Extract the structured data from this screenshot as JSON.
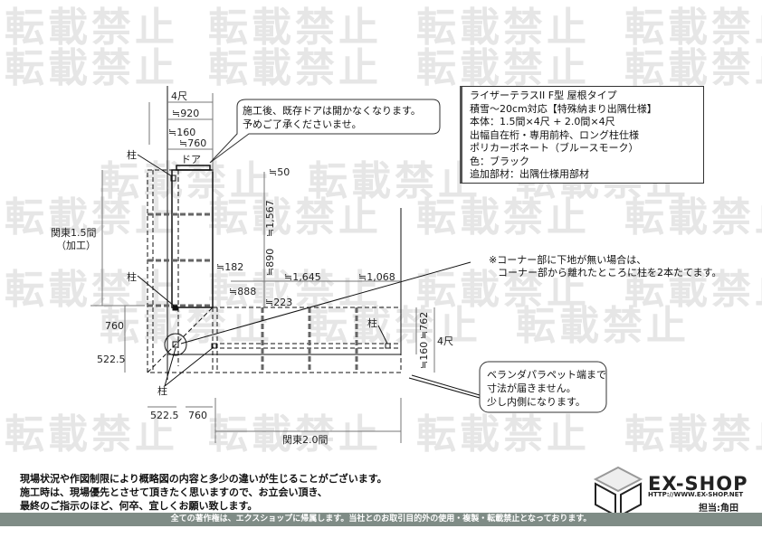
{
  "watermark": "転載禁止",
  "info_box": {
    "lines": [
      "ライザーテラスII F型 屋根タイプ",
      "積雪～20cm対応【特殊納まり出隅仕様】",
      "本体：1.5間×4尺 + 2.0間×4尺",
      "出幅自在桁・専用前枠、ロング柱仕様",
      "ポリカーボネート（ブルースモーク）",
      "色：ブラック",
      "追加部材：出隅仕様用部材"
    ]
  },
  "callouts": {
    "door_note": [
      "施工後、既存ドアは開かなくなります。",
      "予めご了承くださいませ。"
    ],
    "corner_note": [
      "※コーナー部に下地が無い場合は、",
      "コーナー部から離れたところに柱を2本たてます。"
    ],
    "parapet_note": [
      "ベランダパラペット端まで",
      "寸法が届きません。",
      "少し内側になります。"
    ]
  },
  "labels": {
    "door": "ドア",
    "post": "柱",
    "left_span": "関東1.5間",
    "left_span_sub": "（加工）",
    "bottom_span": "関東2.0間",
    "depth_4shaku_top": "4尺",
    "depth_4shaku_right": "4尺"
  },
  "dimensions": {
    "d920": "≒920",
    "d160_top": "≒160",
    "d760_top": "≒760",
    "d50": "≒50",
    "d1567": "≒1,567",
    "d890": "≒890",
    "d182": "≒182",
    "d888": "≒888",
    "d1645": "≒1,645",
    "d1068": "≒1,068",
    "d223": "≒223",
    "d762": "≒762",
    "d160_right": "≒160",
    "d760_left": "760",
    "d522_left": "522.5",
    "d522_bottom": "522.5",
    "d760_bottom": "760"
  },
  "disclaimer": [
    "現場状況や作図制限により概略図の内容と多少の違いが生じることがございます。",
    "施工時は、現場優先とさせて頂きたく思いますので、お立会い頂き、",
    "最終のご指示のほど、何卒、宜しくお願い致します。"
  ],
  "logo": {
    "name": "EX-SHOP",
    "url": "HTTP://WWW.EX-SHOP.NET",
    "staff": "担当:角田"
  },
  "footer": "全ての著作権は、エクスショップに帰属します。当社とのお取引目的外の使用・複製・転載禁止となっております。"
}
